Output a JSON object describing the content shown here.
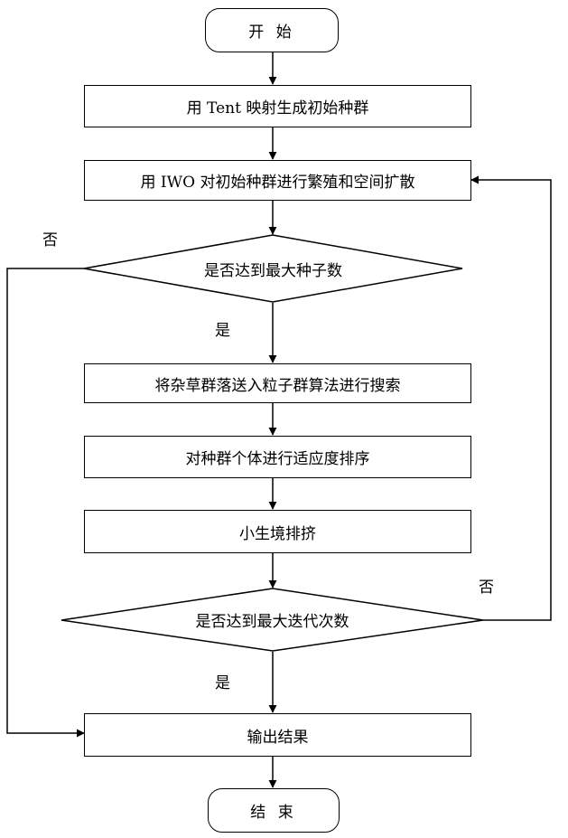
{
  "flowchart": {
    "start": "开 始",
    "init_population": "用 Tent 映射生成初始种群",
    "iwo_step": "用 IWO 对初始种群进行繁殖和空间扩散",
    "max_seeds_check": "是否达到最大种子数",
    "pso_search": "将杂草群落送入粒子群算法进行搜索",
    "fitness_sort": "对种群个体进行适应度排序",
    "niche_crowding": "小生境排挤",
    "max_iter_check": "是否达到最大迭代次数",
    "output_result": "输出结果",
    "end": "结 束",
    "yes_label": "是",
    "no_label": "否"
  }
}
